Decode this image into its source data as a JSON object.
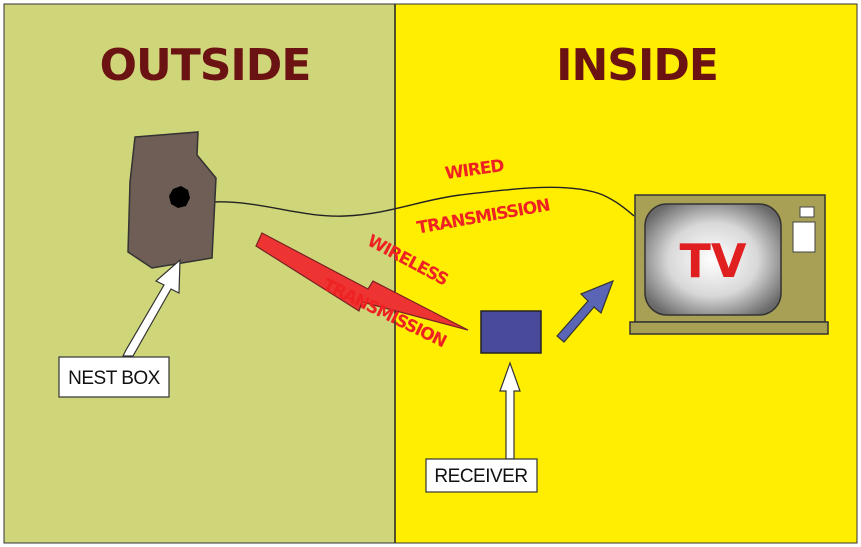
{
  "regions": {
    "outside_label": "OUTSIDE",
    "inside_label": "INSIDE"
  },
  "labels": {
    "nest_box": "NEST BOX",
    "receiver": "RECEIVER",
    "tv": "TV"
  },
  "transmission": {
    "wired_line1": "WIRED",
    "wired_line2": "TRANSMISSION",
    "wireless_line1": "WIRELESS",
    "wireless_line2": "TRANSMISSION"
  },
  "colors": {
    "outside_bg": "#cfd67a",
    "inside_bg": "#ffee00",
    "heading": "#6b1212",
    "transmission_text": "#ee2222",
    "nest_box": "#6e5e55",
    "receiver": "#4a4a9a",
    "tv_cabinet": "#a8a055"
  }
}
